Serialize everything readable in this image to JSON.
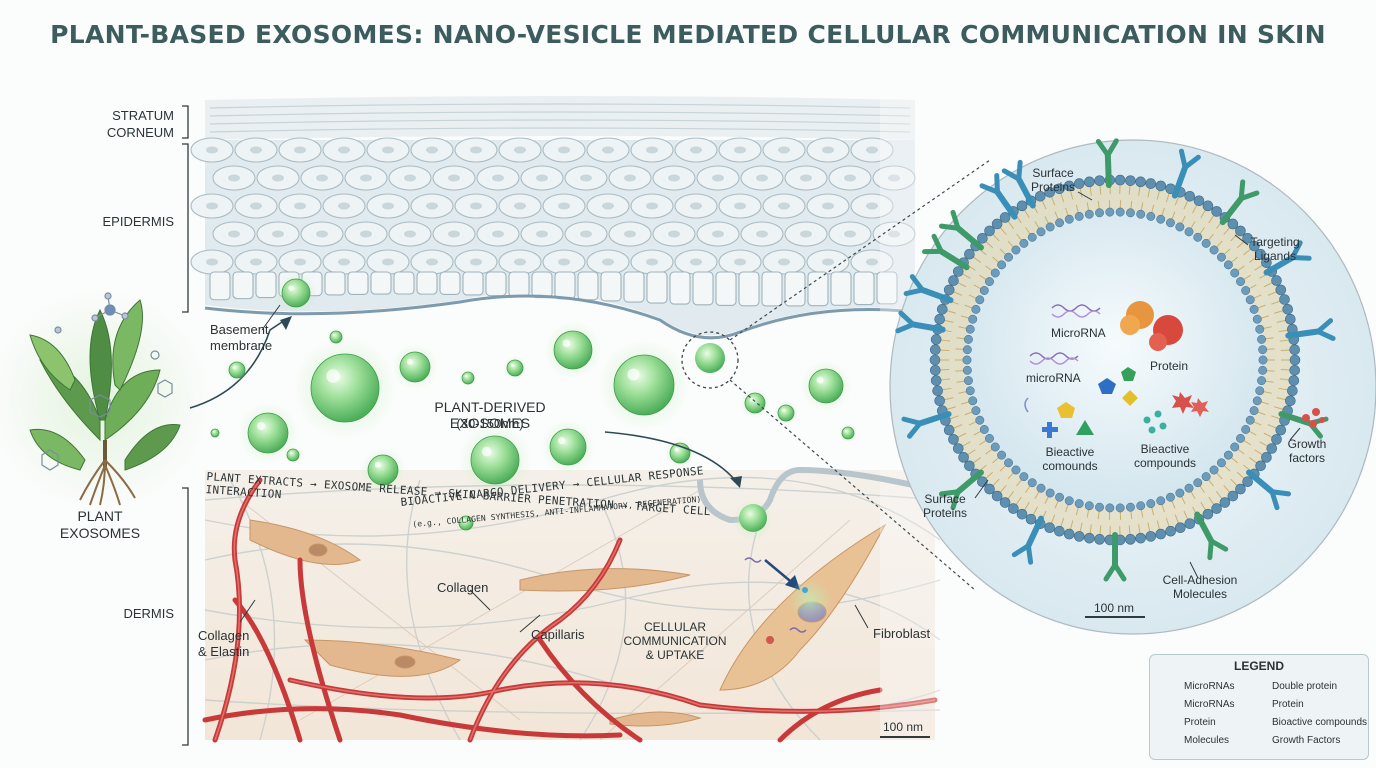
{
  "title": "PLANT-BASED EXOSOMES: NANO-VESICLE MEDIATED CELLULAR COMMUNICATION IN SKIN",
  "layers": {
    "stratum_corneum": [
      "STRATUM",
      "CORNEUM"
    ],
    "epidermis": "EPIDERMIS",
    "dermis": "DERMIS"
  },
  "plant": [
    "PLANT",
    "EXOSOMES"
  ],
  "labels": {
    "basement": [
      "Basement",
      "membrane"
    ],
    "exosomes": "PLANT-DERIVED EXOSOMES",
    "exosomes_size": "(30-150nm)",
    "pathway_1": "PLANT EXTRACTS → EXOSOME RELEASE → SKIN BARRIER PENETRATION → TARGET CELL INTERACTION",
    "pathway_2": "BIOACTIVE CARGO DELIVERY → CELLULAR RESPONSE",
    "pathway_3": "(e.g., COLLAGEN SYNTHESIS, ANTI-INFLAMMATORY, REGENERATION)",
    "collagen": "Collagen",
    "collagen_elastin": [
      "Collagen",
      "& Elastin"
    ],
    "capillaries": "Capillaris",
    "cellular_comm": [
      "CELLULAR",
      "COMMUNICATION",
      "& UPTAKE"
    ],
    "fibroblast": "Fibroblast",
    "scale_left": "100 nm"
  },
  "vesicle": {
    "surface_proteins_top": [
      "Surface",
      "Proteins"
    ],
    "targeting_ligands": [
      "Targeting",
      "Ligands"
    ],
    "microrna_upper": "MicroRNA",
    "microrna_lower": "microRNA",
    "protein": "Protein",
    "bioactive_left": [
      "Bieactive",
      "comounds"
    ],
    "bioactive_right": [
      "Bieactive",
      "compounds"
    ],
    "growth_factors": [
      "Growth",
      "factors"
    ],
    "surface_proteins_bottom": [
      "Surface",
      "Proteins"
    ],
    "cell_adhesion": [
      "Cell-Adhesion",
      "Molecules"
    ],
    "scale": "100 nm"
  },
  "legend": {
    "title": "LEGEND",
    "items": [
      {
        "label": "MicroRNAs",
        "icon": "microrna-icon",
        "color": "#8a6bb5"
      },
      {
        "label": "Double protein",
        "icon": "double-protein-icon",
        "color": "#7a6fb8"
      },
      {
        "label": "MicroRNAs",
        "icon": "microrna-icon",
        "color": "#8a6bb5"
      },
      {
        "label": "Protein",
        "icon": "protein-icon",
        "color": "#e08a3a"
      },
      {
        "label": "Protein",
        "icon": "membrane-protein-icon",
        "color": "#4aa890"
      },
      {
        "label": "Bioactive compounds",
        "icon": "bioactive-icon",
        "color": "#3fa8d8"
      },
      {
        "label": "Molecules",
        "icon": "molecule-icon",
        "color": "#8cbf7a"
      },
      {
        "label": "Growth Factors",
        "icon": "growth-factor-icon",
        "color": "#d0584e"
      }
    ]
  },
  "colors": {
    "title": "#3d5c5e",
    "exosome": "#7fd17f",
    "vessel": "#c8393a",
    "membrane": "#5f8fae",
    "fibroblast": "#e0b58a"
  }
}
